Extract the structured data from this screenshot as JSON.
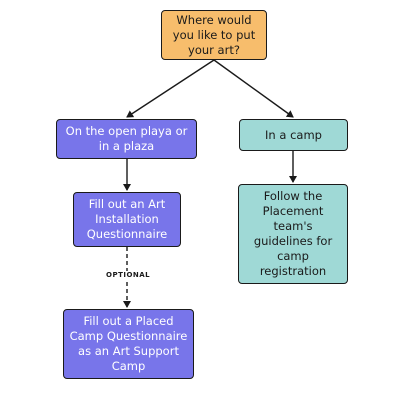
{
  "diagram": {
    "nodes": {
      "start": {
        "text": "Where would you like to put your art?"
      },
      "playa": {
        "text": "On the open playa or in a plaza"
      },
      "camp": {
        "text": "In a camp"
      },
      "art_installation": {
        "text": "Fill out an Art Installation Questionnaire"
      },
      "placement_guidelines": {
        "text": "Follow the Placement team's guidelines for camp registration"
      },
      "placed_camp": {
        "text": "Fill out a Placed Camp Questionnaire as an Art Support Camp"
      }
    },
    "edge_labels": {
      "optional": "OPTIONAL"
    }
  },
  "colors": {
    "start_fill": "#f7bd6c",
    "playa_fill": "#7875ea",
    "camp_fill": "#9fd9d6",
    "line": "#1a1a1a"
  }
}
